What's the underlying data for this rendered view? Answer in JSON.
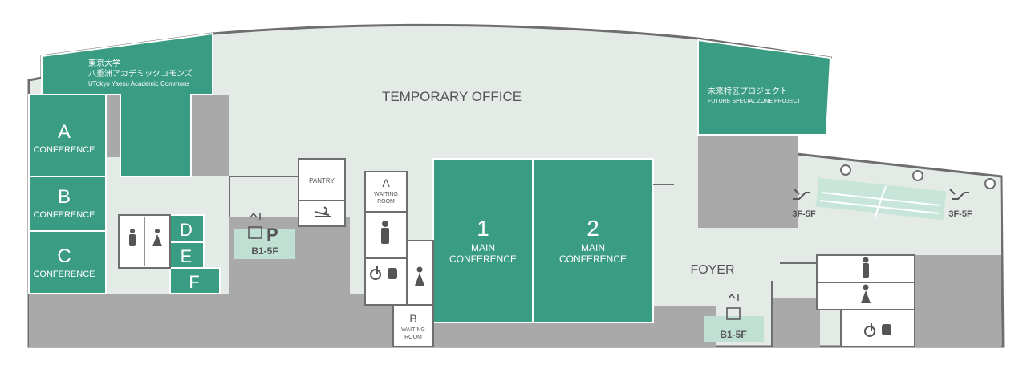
{
  "rooms": {
    "jp_commons_line1": "東京大学",
    "jp_commons_line2": "八重洲アカデミックコモンズ",
    "en_commons": "UTokyo Yaesu Academic Commons",
    "temporary_office": "TEMPORARY OFFICE",
    "future_jp": "未来特区プロジェクト",
    "future_en": "FUTURE SPECIAL ZONE PROJECT",
    "conf_a_letter": "A",
    "conf_b_letter": "B",
    "conf_c_letter": "C",
    "conference": "CONFERENCE",
    "room_d": "D",
    "room_e": "E",
    "room_f": "F",
    "pantry": "PANTRY",
    "waiting_a_letter": "A",
    "waiting_b_letter": "B",
    "waiting": "WAITING",
    "room": "ROOM",
    "main1_number": "1",
    "main2_number": "2",
    "main": "MAIN",
    "foyer": "FOYER"
  },
  "floors": {
    "elevator_left": "B1-5F",
    "elevator_right": "B1-5F",
    "escalator_left": "3F-5F",
    "escalator_right": "3F-5F"
  },
  "icons": [
    "male-restroom-icon",
    "female-restroom-icon",
    "accessible-restroom-icon",
    "ostomate-icon",
    "elevator-icon",
    "parking-icon",
    "smoking-icon",
    "escalator-icon",
    "pillar-icon"
  ],
  "colors": {
    "room_green": "#3a9c82",
    "floor_light": "#e4ebe7",
    "core_gray": "#a9a9a9",
    "wall": "#6e6e6e",
    "elevator_mint": "#bfe0d2"
  }
}
